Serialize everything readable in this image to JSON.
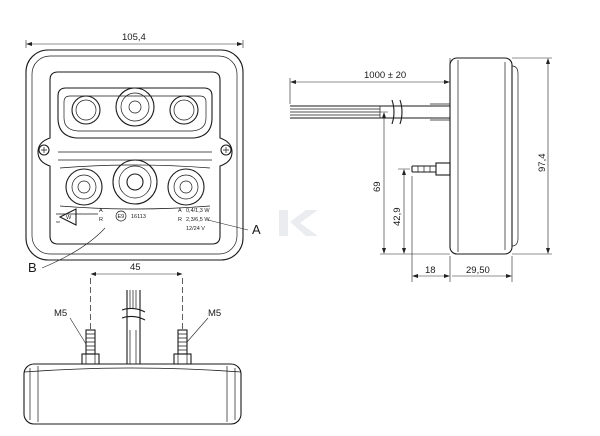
{
  "dimensions": {
    "front_width": "105,4",
    "cable_length": "1000 ± 20",
    "height_total": "97,4",
    "height_69": "69",
    "height_42": "42,9",
    "depth_18": "18",
    "depth_29": "29,50",
    "stud_spacing": "45"
  },
  "threads": {
    "left": "M5",
    "right": "M5"
  },
  "callouts": {
    "a": "A",
    "b": "B"
  },
  "markings": {
    "cert": "E9",
    "approval": "16113",
    "row1_letter": "A",
    "row2_letter": "R",
    "power_a": "0,4/1,3 W",
    "power_r": "2,3/6,5 W",
    "voltage": "12/24 V"
  },
  "watermark": "K",
  "colors": {
    "line": "#1a1a1a",
    "watermark": "#d9dde3"
  }
}
